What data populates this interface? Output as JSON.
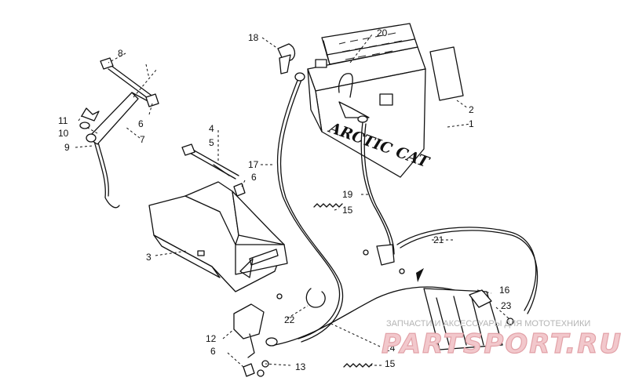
{
  "callouts": {
    "c1": "1",
    "c2": "2",
    "c3": "3",
    "c4": "4",
    "c5": "5",
    "c6a": "6",
    "c6b": "6",
    "c6c": "6",
    "c7": "7",
    "c8": "8",
    "c9": "9",
    "c10": "10",
    "c11": "11",
    "c12": "12",
    "c13": "13",
    "c14": "14",
    "c15a": "15",
    "c15b": "15",
    "c16": "16",
    "c17": "17",
    "c18": "18",
    "c19": "19",
    "c20": "20",
    "c21": "21",
    "c22": "22",
    "c23": "23"
  },
  "battery_logo": "ARCTIC CAT",
  "watermark": {
    "line1": "ЗАПЧАСТИ И АКСЕССУАРЫ ДЛЯ МОТОТЕХНИКИ",
    "line2": "PARTSPORT.RU"
  },
  "colors": {
    "line": "#111111",
    "watermark_text": "#b4b4b4",
    "watermark_logo": "#f2c8cc"
  }
}
